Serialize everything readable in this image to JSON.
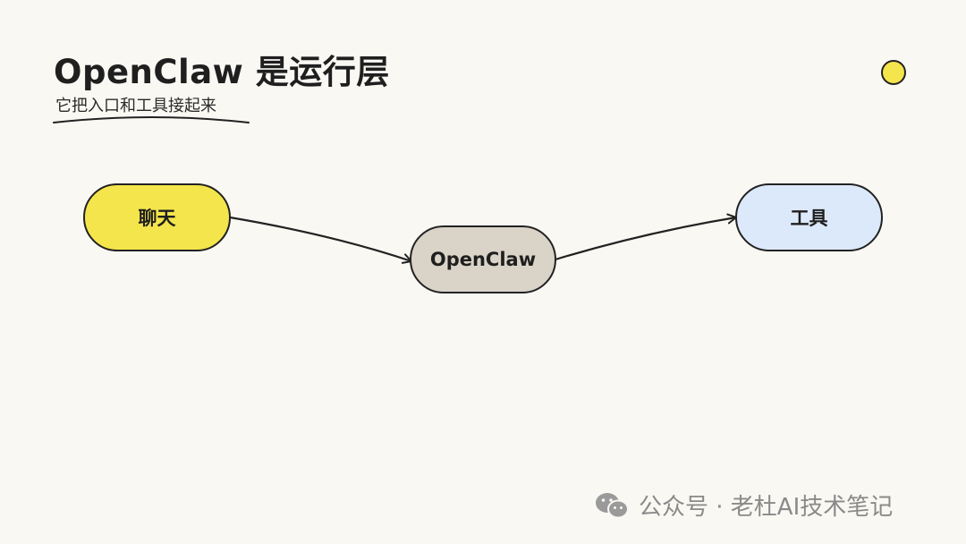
{
  "header": {
    "title": "OpenClaw 是运行层",
    "subtitle": "它把入口和工具接起来"
  },
  "diagram": {
    "nodes": [
      {
        "id": "chat",
        "label": "聊天",
        "fill": "#f4e54c"
      },
      {
        "id": "openclaw",
        "label": "OpenClaw",
        "fill": "#dad3c8"
      },
      {
        "id": "tools",
        "label": "工具",
        "fill": "#dce9fb"
      }
    ],
    "edges": [
      {
        "from": "chat",
        "to": "openclaw"
      },
      {
        "from": "openclaw",
        "to": "tools"
      }
    ],
    "stroke_color": "#222222",
    "accent_dot_color": "#f4e54c"
  },
  "watermark": {
    "text": "公众号 · 老杜AI技术笔记"
  }
}
